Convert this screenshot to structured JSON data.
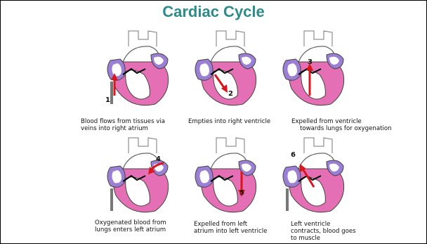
{
  "title": "Cardiac Cycle",
  "panels": [
    {
      "step": "1",
      "caption": "Blood flows from tissues via veins into right atrium",
      "line1": "Blood flows from tissues via",
      "line2": "veins into right atrium",
      "line3": ""
    },
    {
      "step": "2",
      "caption": "Empties into right ventricle",
      "line1": "Empties into right ventricle",
      "line2": "",
      "line3": ""
    },
    {
      "step": "3",
      "caption": "Expelled from ventricle towards lungs for oxygenation",
      "line1": "Expelled from ventricle",
      "line2": "towards lungs for oxygenation",
      "line3": ""
    },
    {
      "step": "4",
      "caption": "Oxygenated blood from lungs enters left atrium",
      "line1": "Oxygenated blood from",
      "line2": "lungs enters left atrium",
      "line3": ""
    },
    {
      "step": "5",
      "caption": "Expelled from left atrium into left ventricle",
      "line1": "Expelled from left",
      "line2": "atrium into left ventricle",
      "line3": ""
    },
    {
      "step": "6",
      "caption": "Left ventricle contracts, blood goes to muscle",
      "line1": "Left ventricle",
      "line2": "contracts, blood goes",
      "line3": "to muscle"
    }
  ],
  "colors": {
    "title": "#2e8b8b",
    "ventricle": "#e46fb4",
    "atrium": "#9b7fd4",
    "arrow": "#d9161c"
  }
}
